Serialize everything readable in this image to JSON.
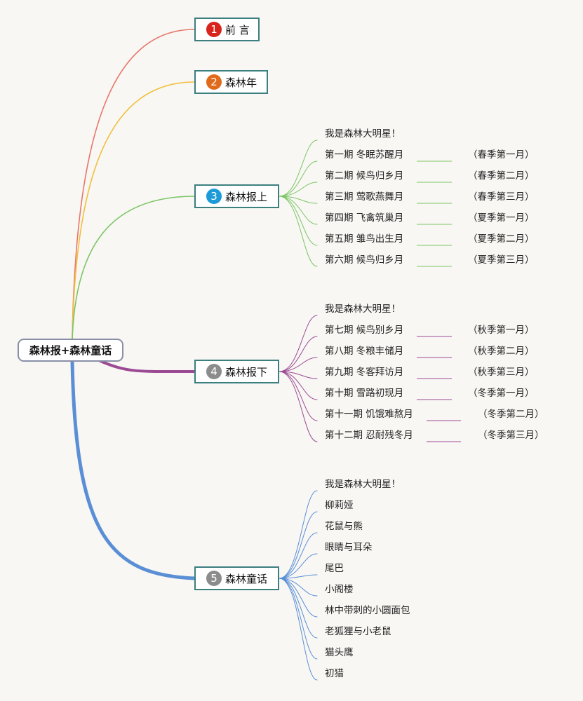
{
  "root": {
    "label": "森林报+森林童话"
  },
  "branches": [
    {
      "id": "b1",
      "number": "1",
      "label": "前 言",
      "color": "#e8776a",
      "badge_color": "#d8241c",
      "children": []
    },
    {
      "id": "b2",
      "number": "2",
      "label": "森林年",
      "color": "#f2bf3a",
      "badge_color": "#e06a1a",
      "children": []
    },
    {
      "id": "b3",
      "number": "3",
      "label": "森林报上",
      "color": "#7cc564",
      "badge_color": "#1d9ad8",
      "children": [
        {
          "text": "我是森林大明星！",
          "note": ""
        },
        {
          "text": "第一期 冬眠苏醒月",
          "note": "（春季第一月）"
        },
        {
          "text": "第二期 候鸟归乡月",
          "note": "（春季第二月）"
        },
        {
          "text": "第三期 莺歌燕舞月",
          "note": "（春季第三月）"
        },
        {
          "text": "第四期 飞禽筑巢月",
          "note": "（夏季第一月）"
        },
        {
          "text": "第五期 雏鸟出生月",
          "note": "（夏季第二月）"
        },
        {
          "text": "第六期 候鸟归乡月",
          "note": "（夏季第三月）"
        }
      ]
    },
    {
      "id": "b4",
      "number": "4",
      "label": "森林报下",
      "color": "#9b4a93",
      "badge_color": "#8c8c8c",
      "children": [
        {
          "text": "我是森林大明星！",
          "note": ""
        },
        {
          "text": "第七期 候鸟别乡月",
          "note": "（秋季第一月）"
        },
        {
          "text": "第八期 冬粮丰储月",
          "note": "（秋季第二月）"
        },
        {
          "text": "第九期 冬客拜访月",
          "note": "（秋季第三月）"
        },
        {
          "text": "第十期 雪路初现月",
          "note": "（冬季第一月）"
        },
        {
          "text": "第十一期 饥饿难熬月",
          "note": "（冬季第二月）"
        },
        {
          "text": "第十二期 忍耐残冬月",
          "note": "（冬季第三月）"
        }
      ]
    },
    {
      "id": "b5",
      "number": "5",
      "label": "森林童话",
      "color": "#5a8fd6",
      "badge_color": "#8c8c8c",
      "children": [
        {
          "text": "我是森林大明星！",
          "note": ""
        },
        {
          "text": "柳莉娅",
          "note": ""
        },
        {
          "text": "花鼠与熊",
          "note": ""
        },
        {
          "text": "眼睛与耳朵",
          "note": ""
        },
        {
          "text": "尾巴",
          "note": ""
        },
        {
          "text": "小阁楼",
          "note": ""
        },
        {
          "text": "林中带刺的小圆面包",
          "note": ""
        },
        {
          "text": "老狐狸与小老鼠",
          "note": ""
        },
        {
          "text": "猫头鹰",
          "note": ""
        },
        {
          "text": "初猎",
          "note": ""
        }
      ]
    }
  ]
}
